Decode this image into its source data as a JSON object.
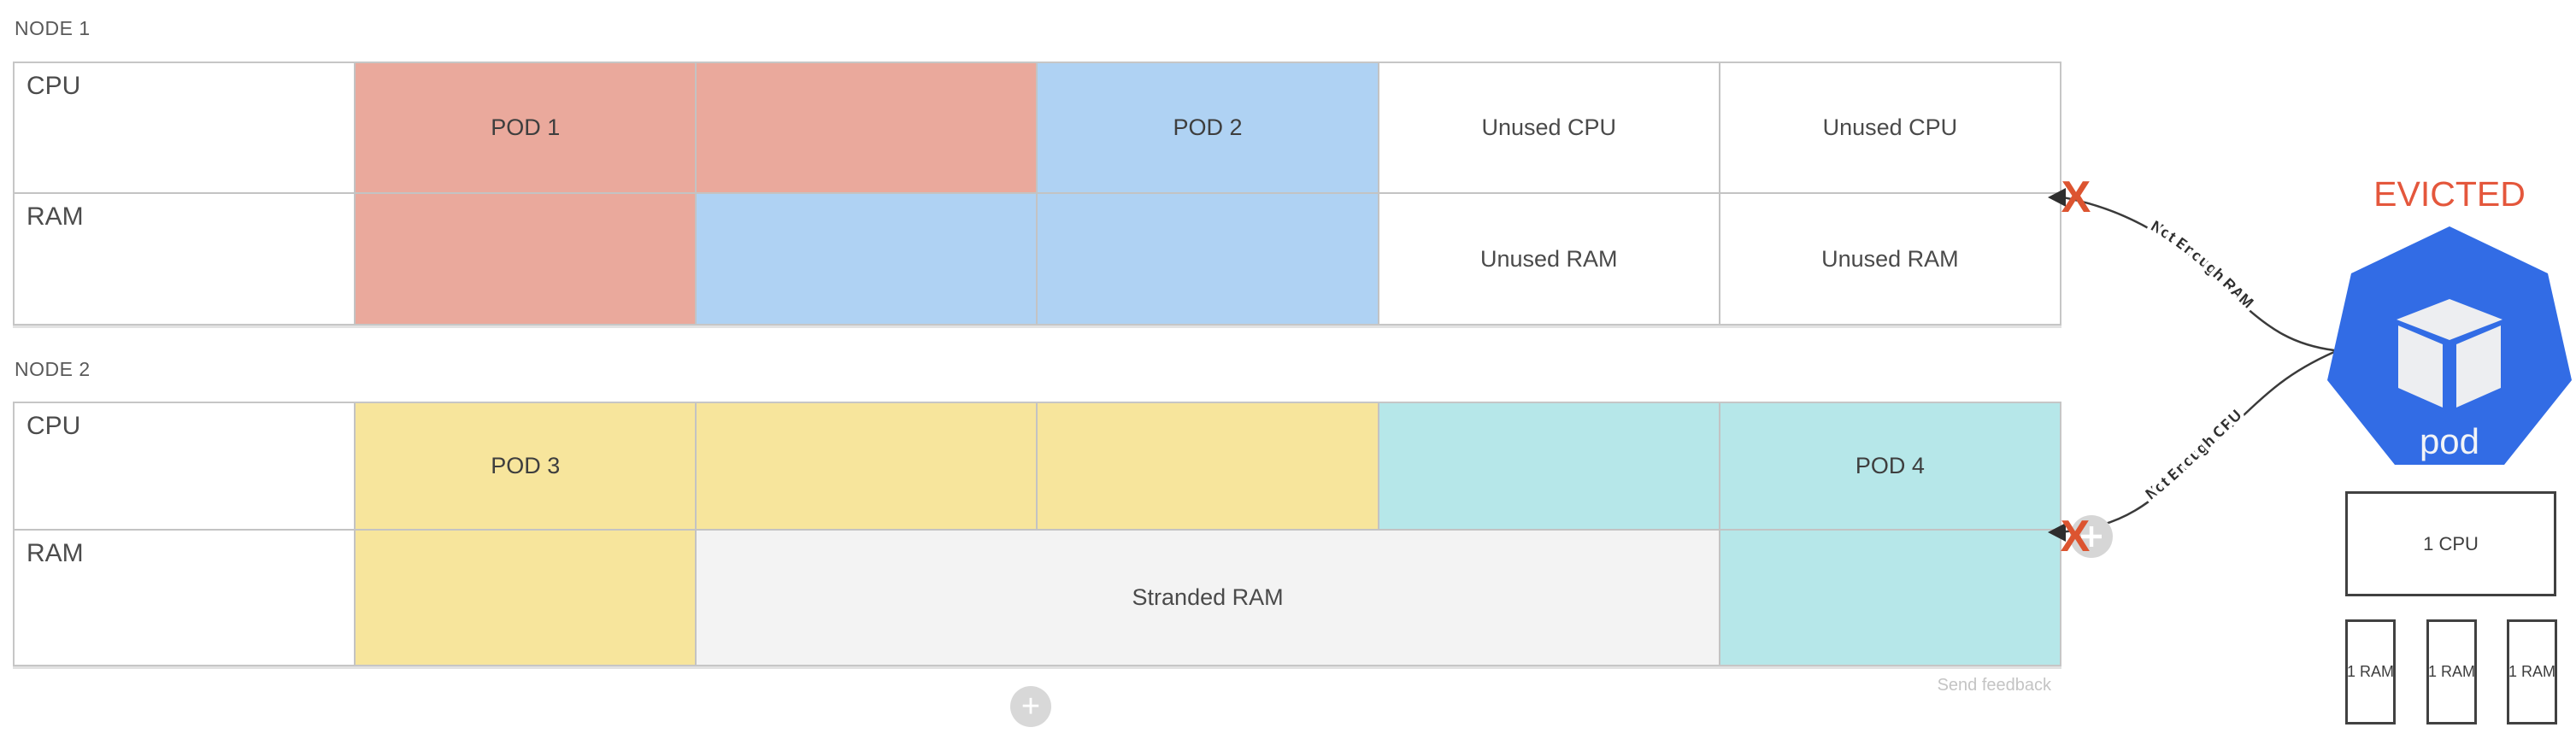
{
  "node1": {
    "title": "NODE 1",
    "cpu_label": "CPU",
    "ram_label": "RAM",
    "pod1_label": "POD 1",
    "pod2_label": "POD 2",
    "unused_cpu": "Unused CPU",
    "unused_ram": "Unused RAM"
  },
  "node2": {
    "title": "NODE 2",
    "cpu_label": "CPU",
    "ram_label": "RAM",
    "pod3_label": "POD 3",
    "pod4_label": "POD 4",
    "stranded_ram": "Stranded RAM"
  },
  "annotations": {
    "not_enough_ram": "Not Enough RAM",
    "not_enough_cpu": "Not Enough CPU",
    "evicted": "EVICTED",
    "x_mark": "X"
  },
  "evicted_pod": {
    "label": "pod",
    "cpu_box": "1 CPU",
    "ram_boxes": [
      "1 RAM",
      "1 RAM",
      "1 RAM"
    ]
  },
  "footer": {
    "send_feedback": "Send feedback",
    "add_label": "+"
  },
  "colors": {
    "pod1_pink": "#EAA99C",
    "pod2_blue": "#AFD2F3",
    "pod3_yellow": "#F7E59C",
    "pod4_teal": "#B6E7E9",
    "stranded_grey": "#F3F3F3",
    "evicted_red": "#E4573C",
    "x_orange": "#DC5430",
    "kubernetes_blue": "#326CE5"
  }
}
